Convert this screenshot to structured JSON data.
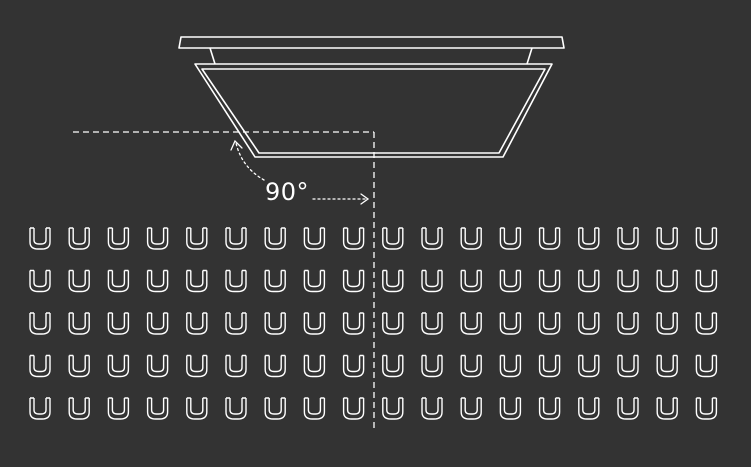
{
  "diagram": {
    "angle_label": "90°",
    "seating": {
      "rows": 5,
      "columns": 18
    },
    "colors": {
      "background": "#333333",
      "line": "#ffffff"
    }
  }
}
